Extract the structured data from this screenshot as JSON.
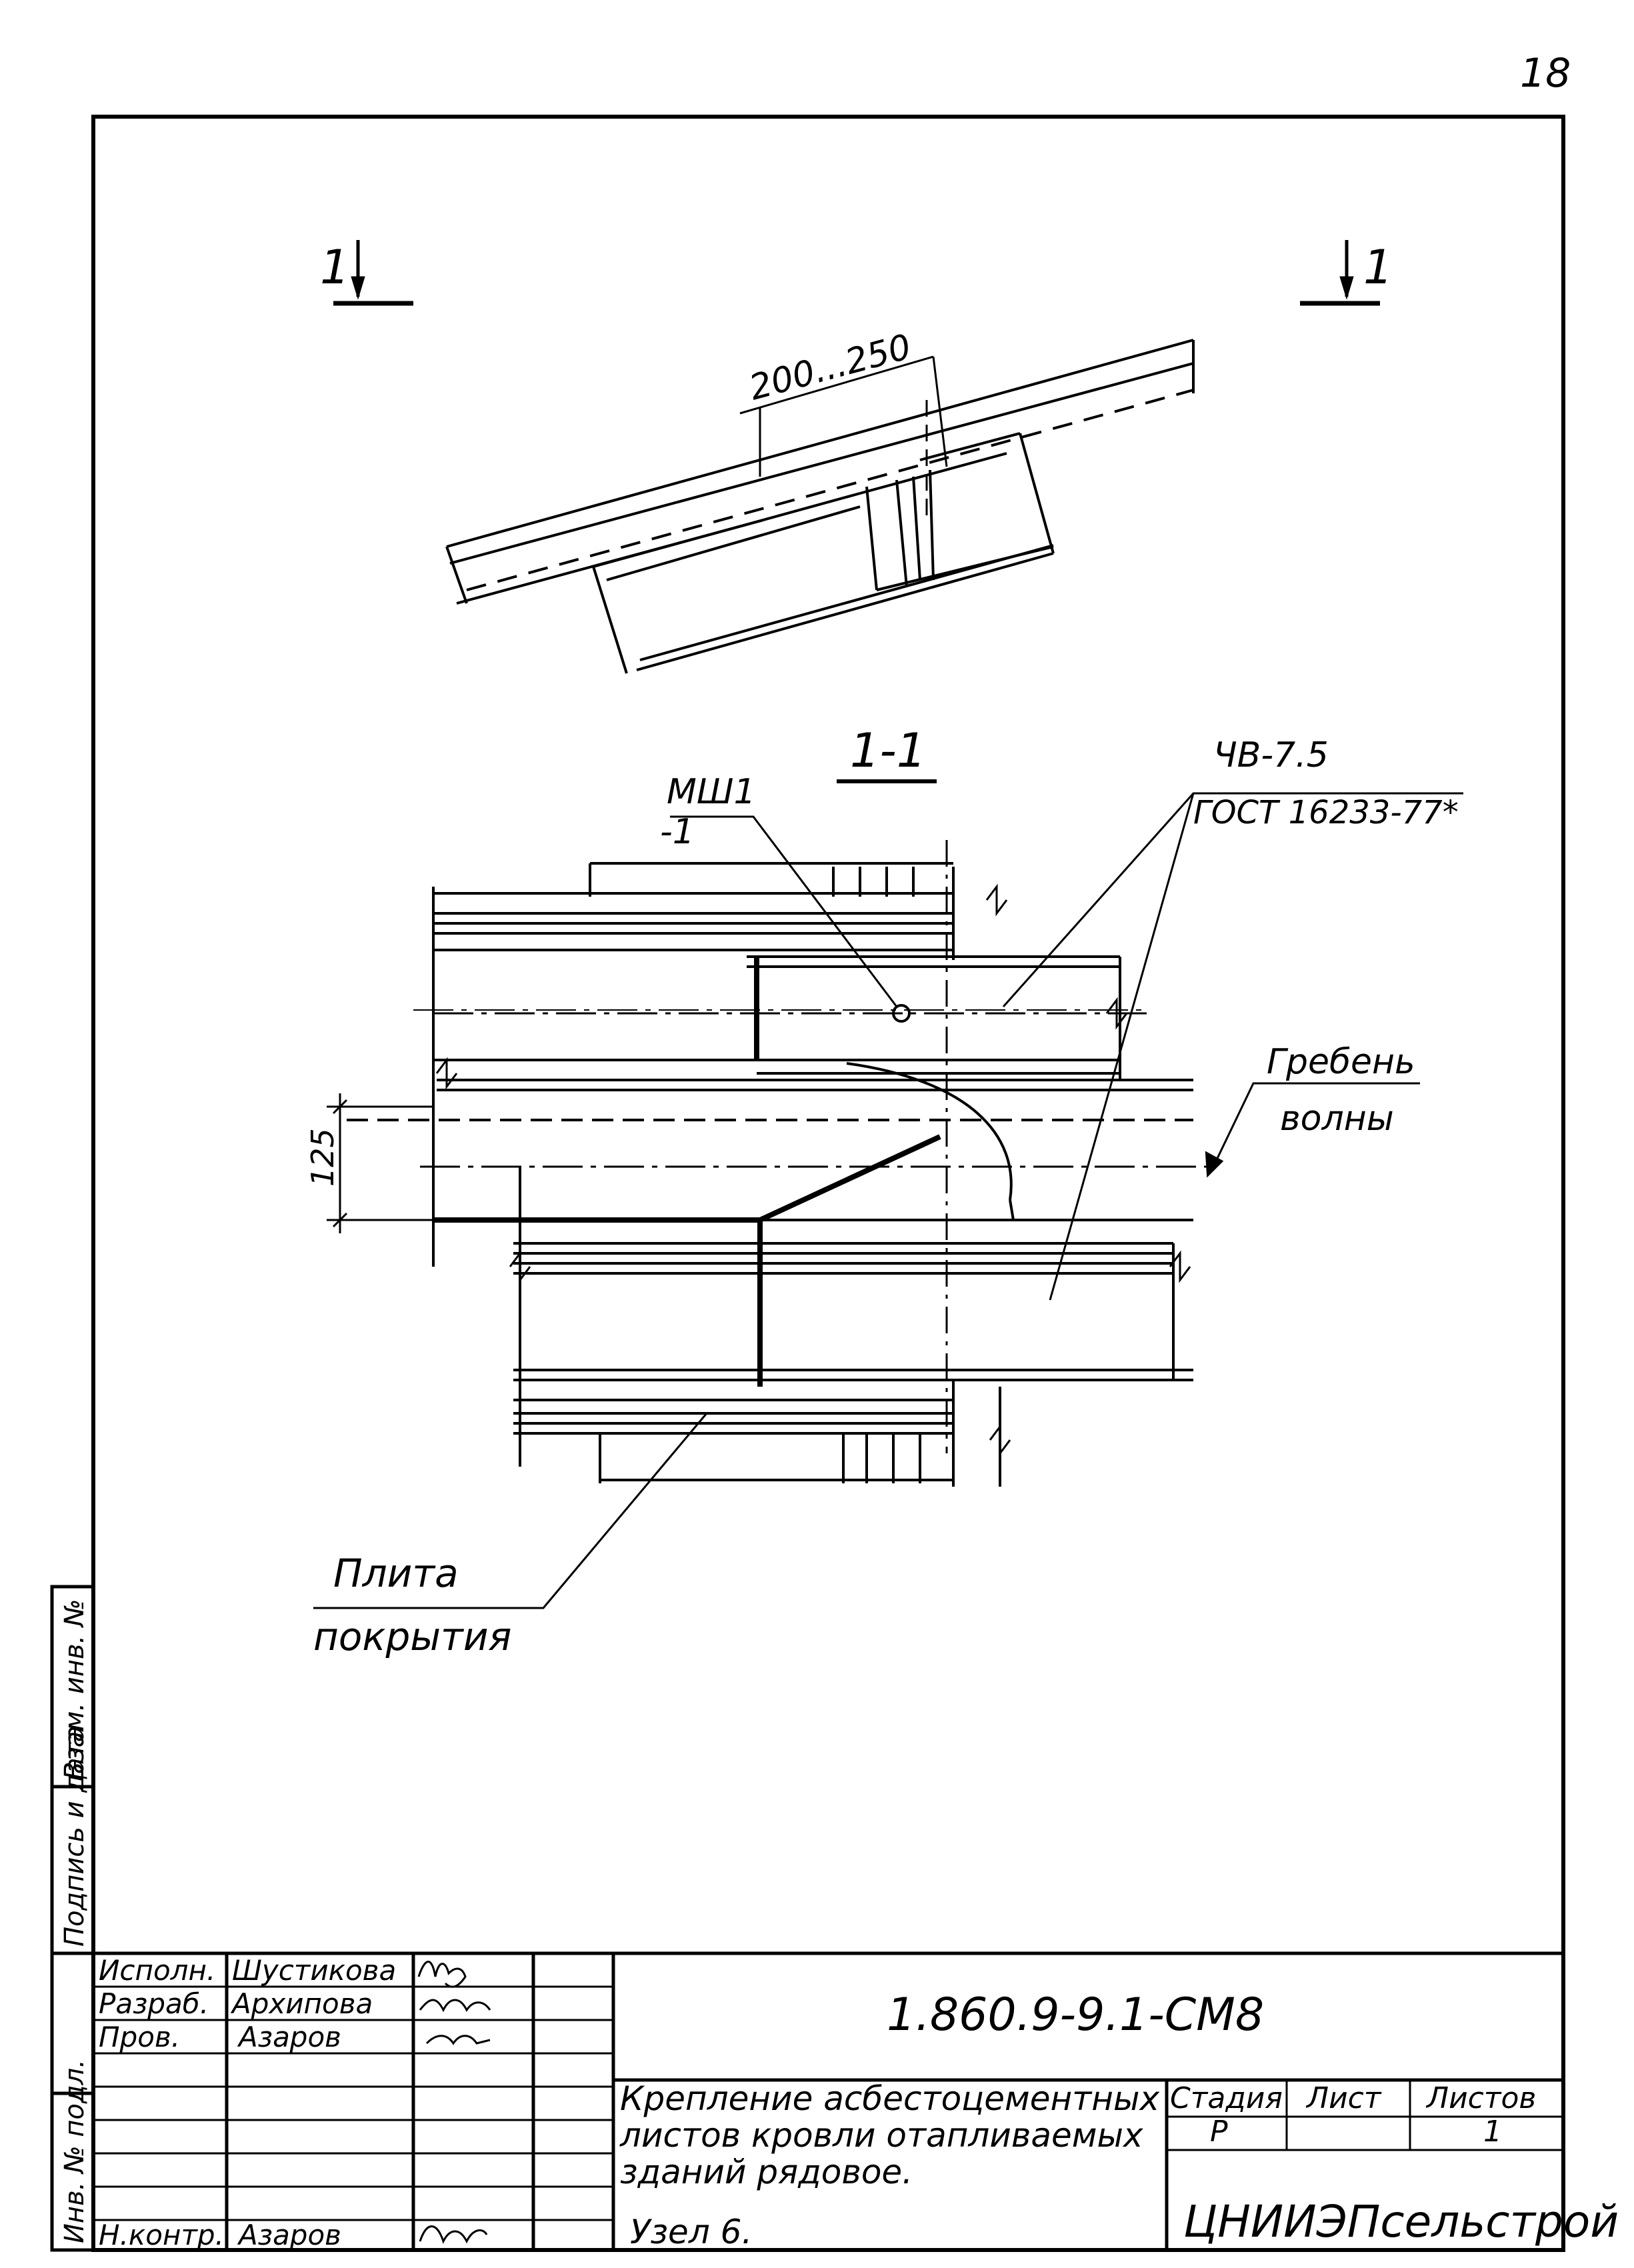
{
  "sheet": {
    "page_number": "18",
    "drawing_code": "1.860.9-9.1-СМ8"
  },
  "top_view": {
    "section_mark_left": "1",
    "section_mark_right": "1",
    "overlap_dimension": "200...250"
  },
  "section_view": {
    "title": "1-1",
    "label_mshl": "МШ1",
    "label_mshl_sub": "-1",
    "label_bolt_line1": "ЧВ-7.5",
    "label_bolt_line2": "ГОСТ 16233-77*",
    "label_crest_line1": "Гребень",
    "label_crest_line2": "волны",
    "label_slab_line1": "Плита",
    "label_slab_line2": "покрытия",
    "dimension_height": "125"
  },
  "side_stamp": {
    "col1": "Инв. № подл.",
    "col2": "Подпись и дата",
    "col3": "Взам. инв. №"
  },
  "title_block": {
    "roles": [
      "Исполн.",
      "Разраб.",
      "Пров.",
      "Н.контр."
    ],
    "names": [
      "Шустикова",
      "Архипова",
      "Азаров",
      "Азаров"
    ],
    "description_line1": "Крепление асбестоцементных",
    "description_line2": "листов кровли отапливаемых",
    "description_line3": "зданий рядовое.",
    "description_line4": "Узел 6.",
    "stage_header": "Стадия",
    "sheet_header": "Лист",
    "sheets_header": "Листов",
    "stage_value": "Р",
    "sheets_value": "1",
    "organization": "ЦНИИЭПсельстрой"
  }
}
